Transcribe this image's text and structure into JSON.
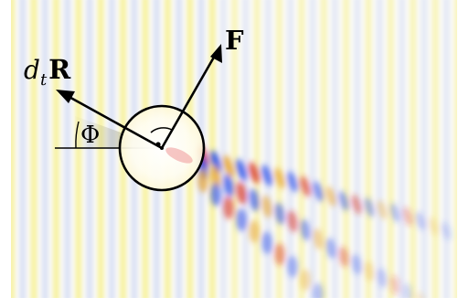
{
  "figure": {
    "labels": {
      "force": "F",
      "velocity_prefix": "d",
      "velocity_sub": "t",
      "velocity_vec": "R",
      "angle": "Φ"
    },
    "colors": {
      "background": "#ffffff",
      "wave_yellow": "#f3ea55",
      "wave_blue": "#8ea6f0",
      "wake_red": "#d42a1c",
      "wake_blue": "#2a4ee8",
      "wake_orange": "#e6a12a",
      "stroke": "#000000",
      "wedge_fill": "#9a9a7a"
    }
  }
}
